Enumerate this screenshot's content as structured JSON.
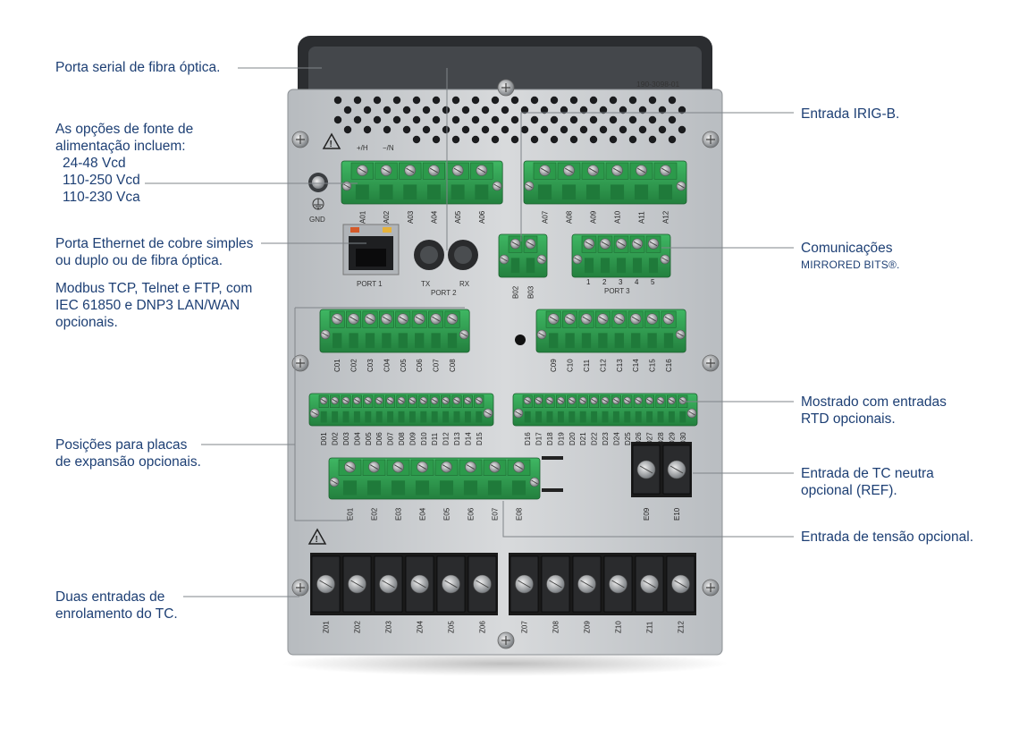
{
  "callouts": {
    "fiber_serial": "Porta serial de fibra óptica.",
    "power_line1": "As opções de fonte de",
    "power_line2": "alimentação incluem:",
    "power_opt1": "24-48 Vcd",
    "power_opt2": "110-250 Vcd",
    "power_opt3": "110-230  Vca",
    "ethernet_line1": "Porta Ethernet de cobre simples",
    "ethernet_line2": "ou duplo ou de fibra óptica.",
    "modbus_line1": "Modbus TCP, Telnet e FTP, com",
    "modbus_line2": "IEC 61850 e DNP3 LAN/WAN",
    "modbus_line3": "opcionais.",
    "expansion_line1": "Posições para placas",
    "expansion_line2": "de expansão opcionais.",
    "ct_line1": "Duas entradas de",
    "ct_line2": "enrolamento do TC.",
    "irig": "Entrada IRIG-B.",
    "comm_line1": "Comunicações",
    "comm_line2": "Mirrored Bits®.",
    "rtd_line1": "Mostrado com entradas",
    "rtd_line2": "RTD opcionais.",
    "neutral_line1": "Entrada de TC neutra",
    "neutral_line2": "opcional (REF).",
    "voltage": "Entrada de tensão opcional."
  },
  "panel": {
    "part_number": "190-3098-01",
    "power_labels": [
      "+/H",
      "−/N"
    ],
    "gnd_label": "GND",
    "port1": "PORT 1",
    "port2": "PORT 2",
    "port2_tx": "TX",
    "port2_rx": "RX",
    "port3": "PORT 3",
    "port3_pins": [
      "1",
      "2",
      "3",
      "4",
      "5"
    ],
    "terminals_a_left": [
      "A01",
      "A02",
      "A03",
      "A04",
      "A05",
      "A06"
    ],
    "terminals_a_right": [
      "A07",
      "A08",
      "A09",
      "A10",
      "A11",
      "A12"
    ],
    "terminals_b": [
      "B02",
      "B03"
    ],
    "terminals_c_left": [
      "C01",
      "C02",
      "C03",
      "C04",
      "C05",
      "C06",
      "C07",
      "C08"
    ],
    "terminals_c_right": [
      "C09",
      "C10",
      "C11",
      "C12",
      "C13",
      "C14",
      "C15",
      "C16"
    ],
    "terminals_d_left": [
      "D01",
      "D02",
      "D03",
      "D04",
      "D05",
      "D06",
      "D07",
      "D08",
      "D09",
      "D10",
      "D11",
      "D12",
      "D13",
      "D14",
      "D15"
    ],
    "terminals_d_right": [
      "D16",
      "D17",
      "D18",
      "D19",
      "D20",
      "D21",
      "D22",
      "D23",
      "D24",
      "D25",
      "D26",
      "D27",
      "D28",
      "D29",
      "D30"
    ],
    "terminals_e": [
      "E01",
      "E02",
      "E03",
      "E04",
      "E05",
      "E06",
      "E07",
      "E08"
    ],
    "terminals_e_ref": [
      "E09",
      "E10"
    ],
    "terminals_z": [
      "Z01",
      "Z02",
      "Z03",
      "Z04",
      "Z05",
      "Z06",
      "Z07",
      "Z08",
      "Z09",
      "Z10",
      "Z11",
      "Z12"
    ]
  },
  "colors": {
    "callout_text": "#1d3f74",
    "connector_green": "#2e9e4f",
    "panel_silver": "#c9cccf",
    "terminal_black": "#1a1a1a"
  }
}
